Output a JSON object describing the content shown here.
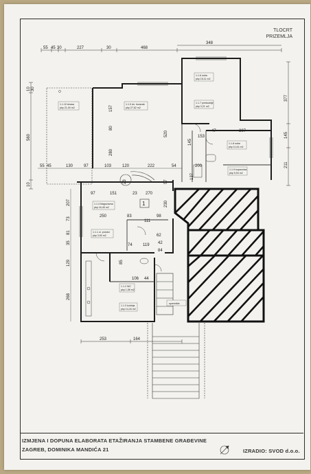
{
  "plan": {
    "title_line1": "TLOCRT",
    "title_line2": "PRIZEMLJA",
    "unit_number": "1",
    "stair_label": "spremište"
  },
  "title_block": {
    "line1": "IZMJENA I DOPUNA ELABORATA ETAŽIRANJA STAMBENE GRAĐEVINE",
    "line2": "ZAGREB, DOMINIKA MANDIĆA 21",
    "author": "IZRADIO: SVOD d.o.o."
  },
  "rooms": [
    {
      "id": "1.1.10",
      "name": "terasa",
      "area": "pkp 21,00 m2"
    },
    {
      "id": "1.1.5",
      "name": "dn. boravak",
      "area": "pkp 27,62 m2"
    },
    {
      "id": "1.1.6",
      "name": "soba",
      "area": "pkp 15,11 m2"
    },
    {
      "id": "1.1.7",
      "name": "predsoblje",
      "area": "pkp 3,21 m2"
    },
    {
      "id": "1.1.8",
      "name": "soba",
      "area": "pkp 11,61 m2"
    },
    {
      "id": "1.1.9",
      "name": "kupaonica",
      "area": "pkp 5,94 m2"
    },
    {
      "id": "1.1.4",
      "name": "blagovaona",
      "area": "pkp 16,45 m2"
    },
    {
      "id": "1.1.1",
      "name": "ul. prostor",
      "area": "pkp 3,90 m2"
    },
    {
      "id": "1.1.2",
      "name": "WC",
      "area": "pkp 1,58 m2"
    },
    {
      "id": "1.1.3",
      "name": "kuhinja",
      "area": "pkp 14,43 m2"
    }
  ],
  "dimensions": {
    "top": [
      "55",
      "45",
      "30",
      "227",
      "30",
      "468",
      "348"
    ],
    "left": [
      "10",
      "30",
      "560",
      "10"
    ],
    "row_a": [
      "55",
      "45",
      "130",
      "97",
      "103",
      "120",
      "222",
      "54",
      "200",
      "137"
    ],
    "row_b": [
      "97",
      "151",
      "23",
      "270"
    ],
    "inner": [
      "157",
      "80",
      "280",
      "520",
      "153",
      "47",
      "307",
      "145",
      "377",
      "145",
      "211",
      "23",
      "57",
      "230"
    ],
    "mid": [
      "250",
      "83",
      "111",
      "98",
      "62",
      "42",
      "74",
      "119",
      "84",
      "106",
      "44",
      "85"
    ],
    "left_side": [
      "207",
      "73",
      "81",
      "35",
      "129",
      "268"
    ],
    "bottom": [
      "253",
      "164"
    ]
  },
  "colors": {
    "paper": "#f3f2ee",
    "background": "#b9a883",
    "ink": "#222222",
    "marker": "#111111"
  }
}
